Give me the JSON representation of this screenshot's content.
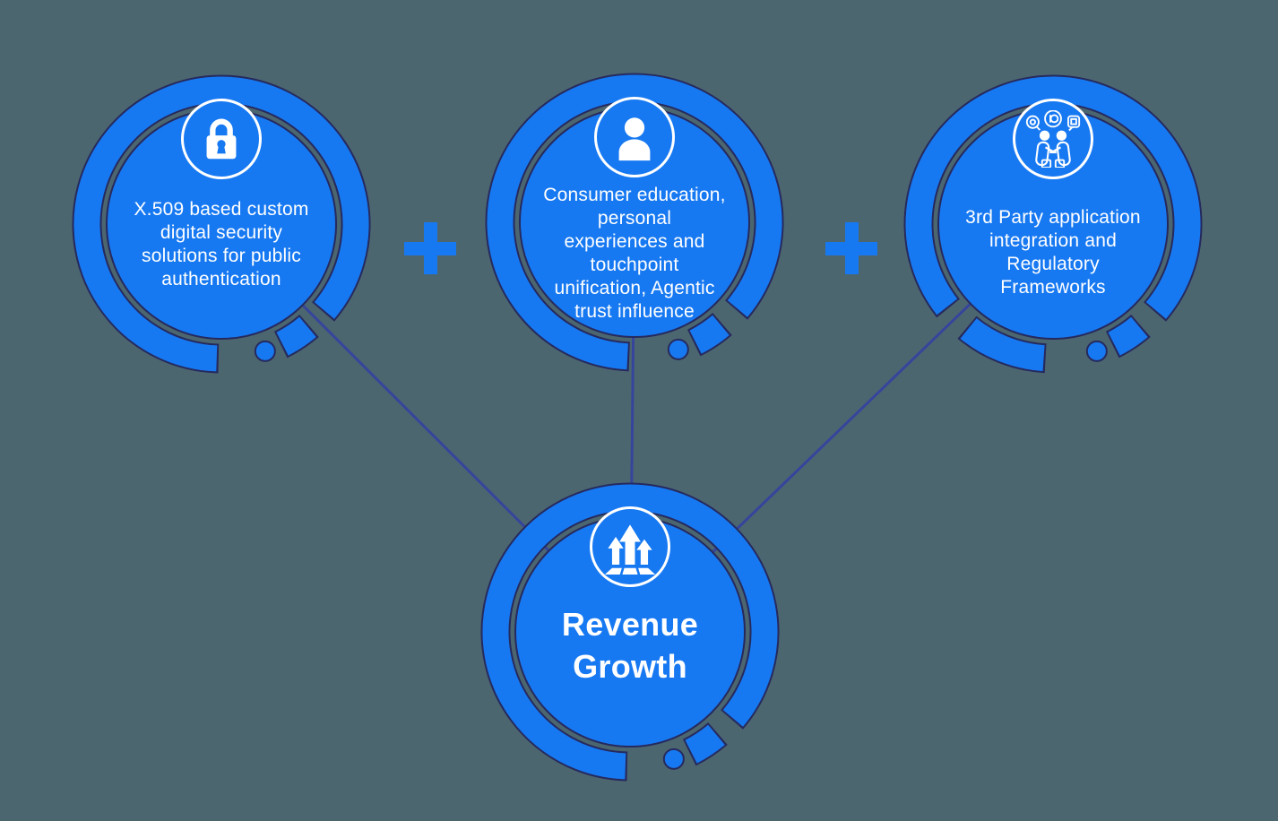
{
  "nodes": [
    {
      "id": "digital-security",
      "icon": "lock-icon",
      "lines": [
        "X.509 based custom",
        "digital security",
        "solutions for public",
        "authentication"
      ],
      "text": "X.509 based custom digital security solutions for public authentication"
    },
    {
      "id": "consumer-education",
      "icon": "person-icon",
      "lines": [
        "Consumer education,",
        "personal",
        "experiences and",
        "touchpoint",
        "unification, Agentic",
        "trust influence"
      ],
      "text": "Consumer education, personal experiences and touchpoint unification, Agentic trust influence"
    },
    {
      "id": "third-party-integration",
      "icon": "handshake-icon",
      "lines": [
        "3rd Party application",
        "integration and",
        "Regulatory",
        "Frameworks"
      ],
      "text": "3rd Party application integration and Regulatory Frameworks"
    },
    {
      "id": "revenue-growth",
      "icon": "growth-arrows-icon",
      "lines": [
        "Revenue",
        "Growth"
      ],
      "text": "Revenue Growth"
    }
  ],
  "separators": [
    {
      "symbol": "+"
    },
    {
      "symbol": "+"
    }
  ],
  "colors": {
    "primary_blue": "#1779f2",
    "background_slate": "#4c6670",
    "connector_line": "#36459c",
    "shape_outline": "#252a5e",
    "text": "#ffffff"
  }
}
